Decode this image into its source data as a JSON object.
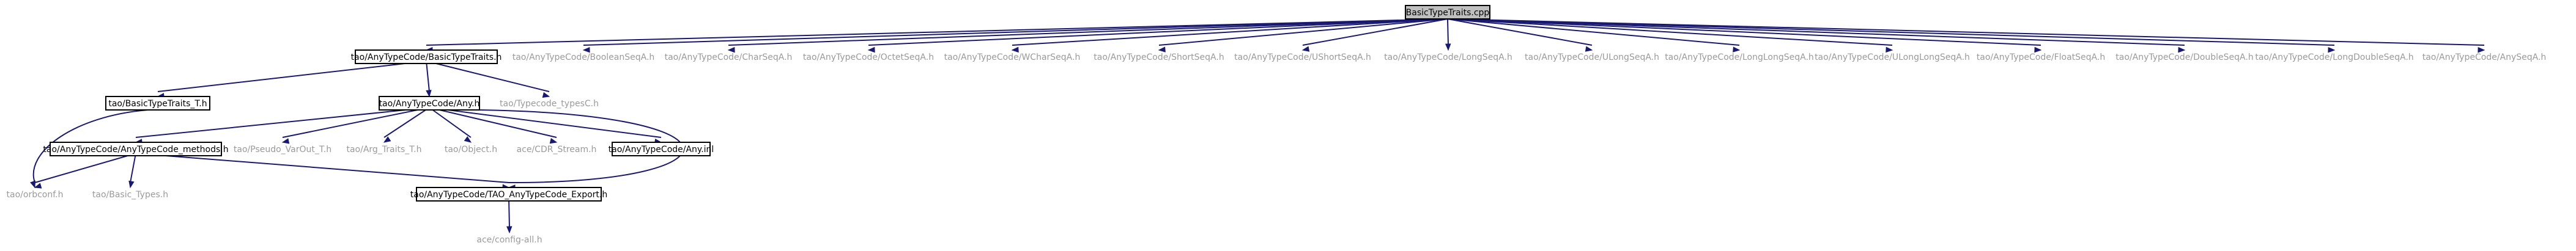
{
  "nodes": {
    "basic_type_traits_cpp": "BasicTypeTraits.cpp",
    "basic_type_traits_h": "tao/AnyTypeCode/BasicTypeTraits.h",
    "boolean_seq": "tao/AnyTypeCode/BooleanSeqA.h",
    "char_seq": "tao/AnyTypeCode/CharSeqA.h",
    "octet_seq": "tao/AnyTypeCode/OctetSeqA.h",
    "wchar_seq": "tao/AnyTypeCode/WCharSeqA.h",
    "short_seq": "tao/AnyTypeCode/ShortSeqA.h",
    "ushort_seq": "tao/AnyTypeCode/UShortSeqA.h",
    "long_seq": "tao/AnyTypeCode/LongSeqA.h",
    "ulong_seq": "tao/AnyTypeCode/ULongSeqA.h",
    "longlong_seq": "tao/AnyTypeCode/LongLongSeqA.h",
    "ulonglong_seq": "tao/AnyTypeCode/ULongLongSeqA.h",
    "float_seq": "tao/AnyTypeCode/FloatSeqA.h",
    "double_seq": "tao/AnyTypeCode/DoubleSeqA.h",
    "longdouble_seq": "tao/AnyTypeCode/LongDoubleSeqA.h",
    "any_seq": "tao/AnyTypeCode/AnySeqA.h",
    "basic_type_traits_t": "tao/BasicTypeTraits_T.h",
    "any_h": "tao/AnyTypeCode/Any.h",
    "typecode_types": "tao/Typecode_typesC.h",
    "orbconf": "tao/orbconf.h",
    "any_methods": "tao/AnyTypeCode/AnyTypeCode_methods.h",
    "pseudo_varout": "tao/Pseudo_VarOut_T.h",
    "arg_traits": "tao/Arg_Traits_T.h",
    "object_h": "tao/Object.h",
    "cdr_stream": "ace/CDR_Stream.h",
    "any_inl": "tao/AnyTypeCode/Any.inl",
    "basic_types": "tao/Basic_Types.h",
    "anytypecode_export": "tao/AnyTypeCode/TAO_AnyTypeCode_Export.h",
    "config_all": "ace/config-all.h"
  },
  "colors": {
    "edge": "#191970",
    "root_fill": "#bfbfbf",
    "box_stroke": "#000000",
    "dim_text": "#9a9a9a"
  }
}
